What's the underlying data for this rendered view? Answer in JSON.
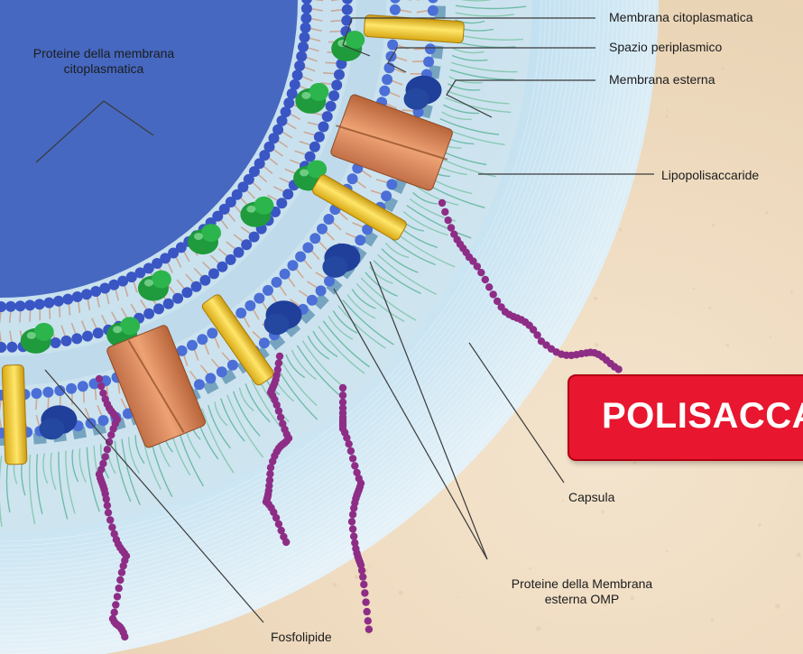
{
  "labels": {
    "membrana_citoplasmatica": "Membrana citoplasmatica",
    "spazio_periplasmico": "Spazio periplasmico",
    "membrana_esterna": "Membrana esterna",
    "proteine_membrana_citoplasmatica_line1": "Proteine della membrana",
    "proteine_membrana_citoplasmatica_line2": "citoplasmatica",
    "lipopolisaccaride": "Lipopolisaccaride",
    "capsula": "Capsula",
    "proteine_membrana_esterna_line1": "Proteine della Membrana",
    "proteine_membrana_esterna_line2": "esterna  OMP",
    "fosfolipide": "Fosfolipide"
  },
  "banner": {
    "text": "POLISACCARIDI",
    "color": "#e8162e"
  },
  "colors": {
    "background": "#f0dcc2",
    "capsule": "#cfe6f2",
    "membrane_heads": "#3f5fcf",
    "cytoplasmic_proteins": "#1f9a3c",
    "porin_proteins": "#e0905c",
    "yellow_proteins": "#f0cf2a",
    "blue_proteins": "#1f3f9a",
    "polysaccharide_chains": "#8e2d86"
  }
}
